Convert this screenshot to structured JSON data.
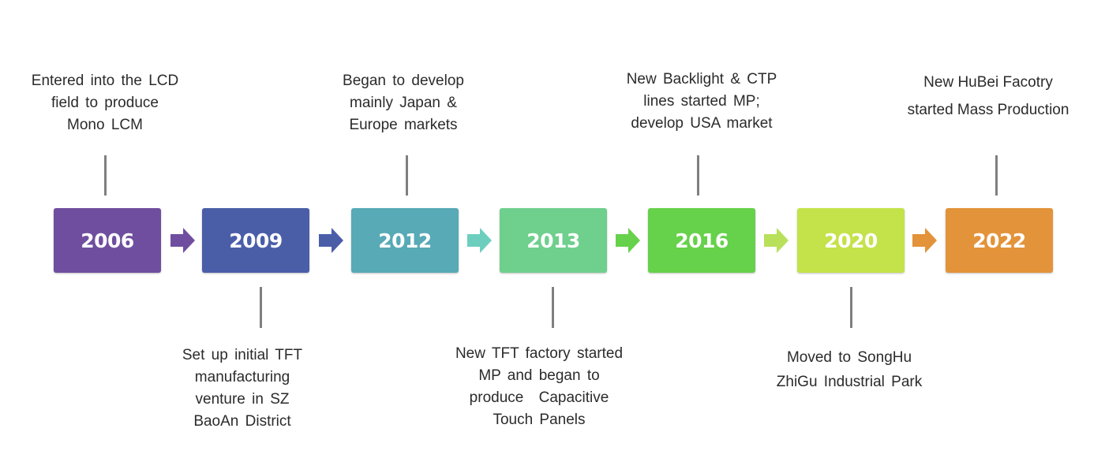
{
  "colors": {
    "box_2006": "#6f4e9f",
    "box_2009": "#4a5ea8",
    "box_2012": "#57aab6",
    "box_2013": "#6fcf8d",
    "box_2016": "#66d14a",
    "box_2020": "#c4e24a",
    "box_2022": "#e39339",
    "connector": "#7f7f7f"
  },
  "milestones": [
    {
      "year": "2006",
      "text": [
        "Entered into the LCD",
        "field to produce",
        "Mono LCM"
      ]
    },
    {
      "year": "2009",
      "text": [
        "Set up initial TFT",
        "manufacturing",
        "venture in SZ",
        "BaoAn District"
      ]
    },
    {
      "year": "2012",
      "text": [
        "Began to develop",
        "mainly Japan &",
        "Europe markets"
      ]
    },
    {
      "year": "2013",
      "text": [
        "New TFT factory started",
        "MP and began to",
        "produce Capacitive",
        "Touch Panels"
      ]
    },
    {
      "year": "2016",
      "text": [
        "New Backlight & CTP",
        "lines started MP;",
        "develop USA market"
      ]
    },
    {
      "year": "2020",
      "text": [
        "Moved to SongHu",
        "ZhiGu Industrial Park"
      ]
    },
    {
      "year": "2022",
      "text": [
        "New HuBei Facotry",
        "started Mass Production"
      ]
    }
  ]
}
